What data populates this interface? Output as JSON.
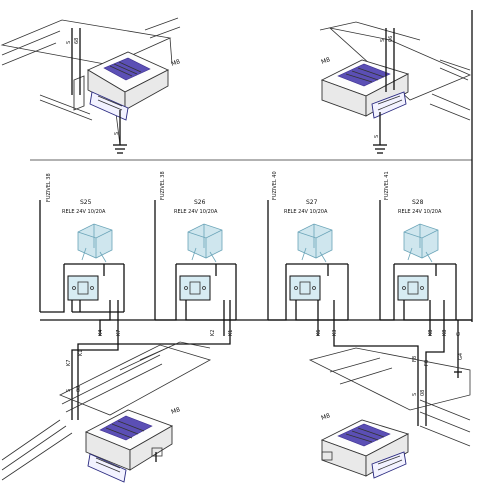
{
  "colors": {
    "wire": "#111111",
    "relay": "#cfe6ee",
    "socket": "#d7ecf3",
    "motor_pad": "#5b4fb5"
  },
  "motors": [
    {
      "label": "M8",
      "wire_labels": [
        "S",
        "68",
        "S"
      ]
    },
    {
      "label": "M8",
      "wire_labels": [
        "S",
        "06",
        "S"
      ]
    },
    {
      "label": "M8",
      "wire_labels": [
        "S",
        "08"
      ]
    },
    {
      "label": "M8",
      "wire_labels": [
        "S",
        "08"
      ]
    }
  ],
  "relays": [
    {
      "fuse": "FUZIVEL 38",
      "id": "S25",
      "spec": "RELE 24V 10/20A",
      "terminals": [
        "K4",
        "K7"
      ]
    },
    {
      "fuse": "FUZIVEL 38",
      "id": "S26",
      "spec": "RELE 24V 10/20A",
      "terminals": [
        "K2",
        "K1"
      ]
    },
    {
      "fuse": "FUZIVEL 40",
      "id": "S27",
      "spec": "RELE 24V 10/20A",
      "terminals": [
        "K6",
        "K3"
      ]
    },
    {
      "fuse": "FUZIVEL 41",
      "id": "S28",
      "spec": "RELE 24V 10/20A",
      "terminals": [
        "K8",
        "K8",
        "G"
      ]
    }
  ],
  "connectors": {
    "left": "K1",
    "left_upper": "K7",
    "right_a": "F8",
    "right_b": "F8",
    "right_c": "G4"
  }
}
